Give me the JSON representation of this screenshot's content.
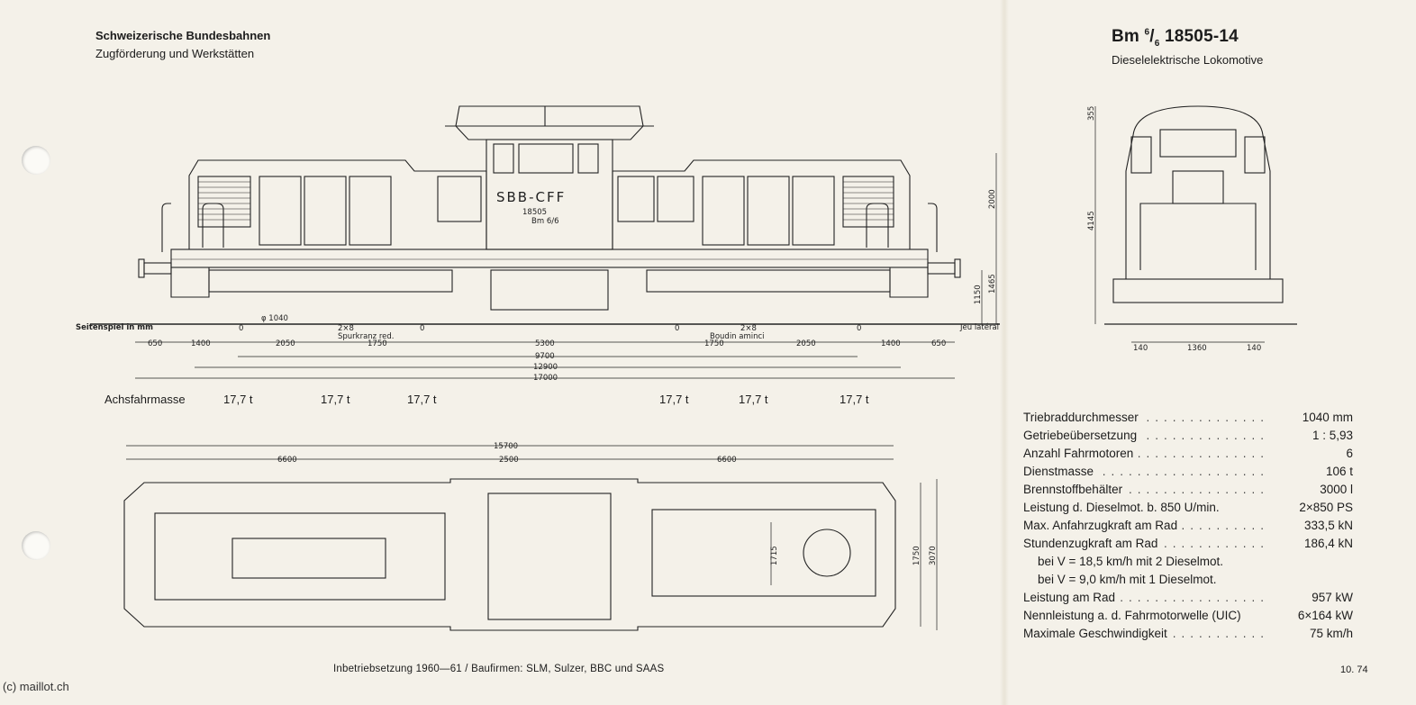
{
  "header": {
    "org": "Schweizerische Bundesbahnen",
    "dept": "Zugförderung und Werkstätten"
  },
  "title": {
    "prefix": "Bm",
    "sup": "6",
    "sub": "6",
    "number": "18505-14",
    "subtitle": "Dieselelektrische Lokomotive"
  },
  "side_view": {
    "livery": "SBB-CFF",
    "number": "18505",
    "class_mark": "Bm 6/6",
    "left_note": "Seitenspiel in mm",
    "right_note": "Jeu latéral",
    "wheel_note": "φ 1040",
    "flange_note_left": "Spurkranz red.",
    "flange_note_right": "Boudin aminci",
    "heights": [
      "2000",
      "1465",
      "1150"
    ],
    "dims_row1": [
      "650",
      "1400",
      "2050",
      "1750",
      "5300",
      "1750",
      "2050",
      "1400",
      "650"
    ],
    "lateral_play": [
      "0",
      "2×8",
      "0",
      "0",
      "2×8",
      "0"
    ],
    "dims_row2": [
      "9700",
      "12900",
      "17000"
    ]
  },
  "axle_loads": {
    "label": "Achsfahrmasse",
    "values": [
      "17,7 t",
      "17,7 t",
      "17,7 t",
      "17,7 t",
      "17,7 t",
      "17,7 t"
    ]
  },
  "end_view": {
    "height_total": "4145",
    "roof": "355",
    "dims_bottom": [
      "140",
      "1360",
      "140"
    ]
  },
  "plan_view": {
    "length": "15700",
    "dims": [
      "6600",
      "2500",
      "6600"
    ],
    "widths": [
      "1715",
      "1750",
      "3070"
    ]
  },
  "specs": [
    {
      "label": "Triebraddurchmesser",
      "value": "1040 mm"
    },
    {
      "label": "Getriebeübersetzung",
      "value": "1 : 5,93"
    },
    {
      "label": "Anzahl Fahrmotoren",
      "value": "6"
    },
    {
      "label": "Dienstmasse",
      "value": "106 t"
    },
    {
      "label": "Brennstoffbehälter",
      "value": "3000 l"
    },
    {
      "label": "Leistung d. Dieselmot. b. 850 U/min.",
      "value": "2×850 PS"
    },
    {
      "label": "Max. Anfahrzugkraft am Rad",
      "value": "333,5 kN"
    },
    {
      "label": "Stundenzugkraft am Rad",
      "value": "186,4 kN"
    },
    {
      "label": "bei V = 18,5 km/h mit 2 Dieselmot.",
      "value": ""
    },
    {
      "label": "bei V =  9,0 km/h mit 1 Dieselmot.",
      "value": ""
    },
    {
      "label": "Leistung am Rad",
      "value": "957 kW"
    },
    {
      "label": "Nennleistung a. d. Fahrmotorwelle (UIC)",
      "value": "6×164 kW"
    },
    {
      "label": "Maximale Geschwindigkeit",
      "value": "75 km/h"
    }
  ],
  "footer": {
    "text": "Inbetriebsetzung 1960—61 / Baufirmen: SLM, Sulzer, BBC und SAAS",
    "date": "10. 74",
    "copyright": "(c) maillot.ch"
  }
}
